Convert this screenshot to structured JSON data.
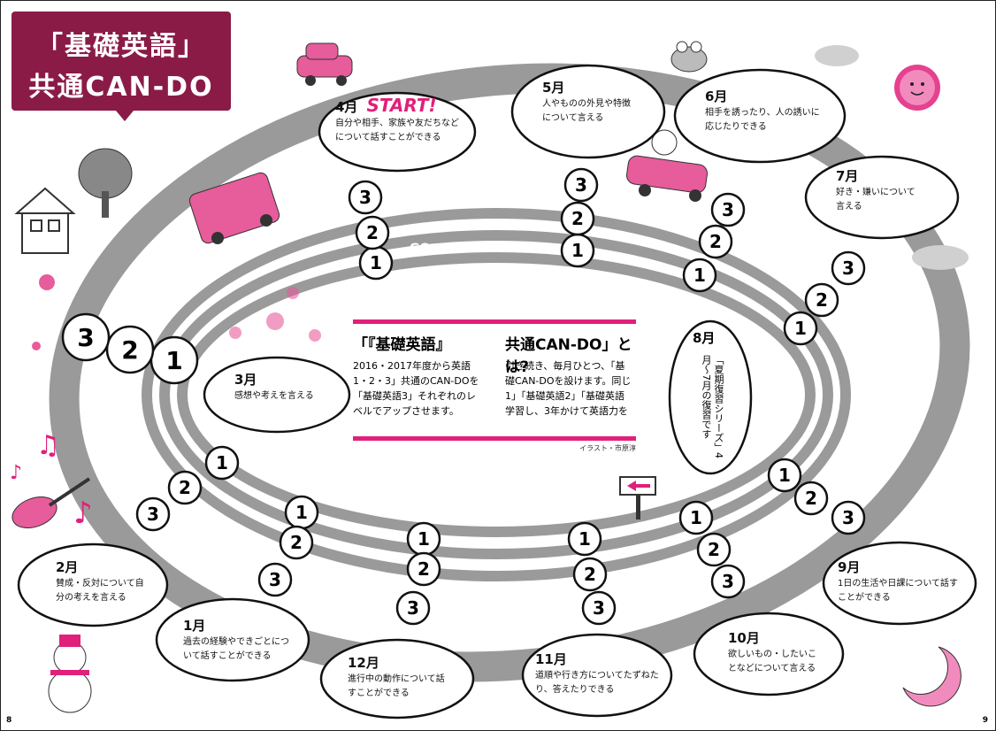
{
  "title": {
    "line1": "「基礎英語」",
    "line2": "共通CAN-DO"
  },
  "months": [
    {
      "id": "apr",
      "month": "4月",
      "start": "START!",
      "text": "自分や相手、家族や友だちなどについて話すことができる"
    },
    {
      "id": "may",
      "month": "5月",
      "text": "人やものの外見や特徴について言える"
    },
    {
      "id": "jun",
      "month": "6月",
      "text": "相手を誘ったり、人の誘いに応じたりできる"
    },
    {
      "id": "jul",
      "month": "7月",
      "text": "好き・嫌いについて言える"
    },
    {
      "id": "aug",
      "month": "8月",
      "text": "「夏期復習シリーズ」4月〜7月の復習です"
    },
    {
      "id": "sep",
      "month": "9月",
      "text": "1日の生活や日課について話すことができる"
    },
    {
      "id": "oct",
      "month": "10月",
      "text": "欲しいもの・したいことなどについて言える"
    },
    {
      "id": "nov",
      "month": "11月",
      "text": "道順や行き方についてたずねたり、答えたりできる"
    },
    {
      "id": "dec",
      "month": "12月",
      "text": "進行中の動作について話すことができる"
    },
    {
      "id": "jan",
      "month": "1月",
      "text": "過去の経験やできごとについて話すことができる"
    },
    {
      "id": "feb",
      "month": "2月",
      "text": "賛成・反対について自分の考えを言える"
    },
    {
      "id": "mar",
      "month": "3月",
      "text": "感想や考えを言える"
    }
  ],
  "go_label": "GO ➡",
  "center": {
    "heading_left": "「『基礎英語』",
    "heading_right": "共通CAN-DO」とは?",
    "text_left": "2016・2017年度から英語1・2・3」共通のCAN-DOを「基礎英語3」それぞれのレベルでアップさせます。",
    "text_right": "引き続き、毎月ひとつ、「基礎CAN-DOを設けます。同じ1」「基礎英語2」「基礎英語学習し、3年かけて英語力を",
    "credit": "イラスト・市原淳"
  },
  "page_left": "8",
  "page_right": "9",
  "colors": {
    "accent": "#e0207a",
    "title_bg": "#8a1b47",
    "track": "#9a9a9a"
  }
}
